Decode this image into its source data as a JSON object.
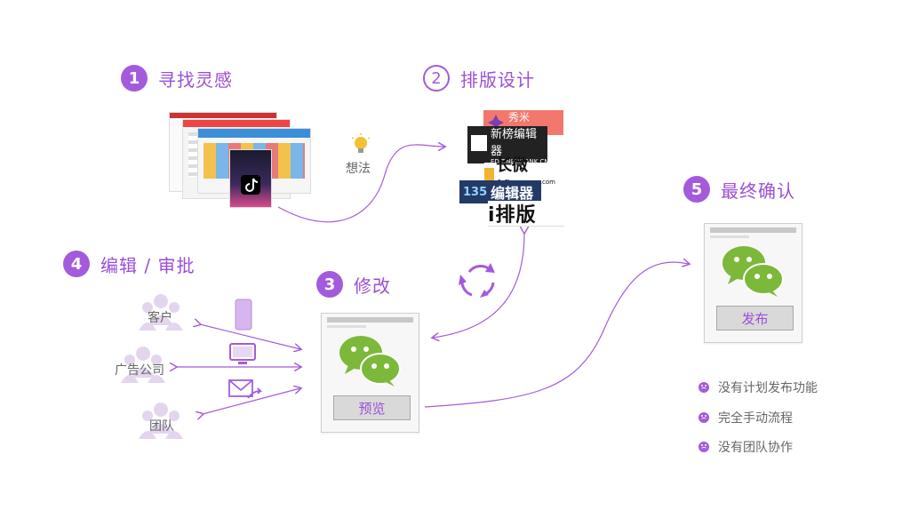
{
  "steps": {
    "s1": {
      "num": "1",
      "label": "寻找灵感"
    },
    "s2": {
      "num": "2",
      "label": "排版设计"
    },
    "s3": {
      "num": "3",
      "label": "修改"
    },
    "s4": {
      "num": "4",
      "label": "编辑 / 审批"
    },
    "s5": {
      "num": "5",
      "label": "最终确认"
    }
  },
  "idea_label": "想法",
  "logos": {
    "xiumi": "秀米 XIUMI",
    "newrank": "新榜编辑器",
    "newrank_url": "EDIT.NEWRANK.CN",
    "changweibo": "长微博",
    "changweibo_sub": ".com",
    "editor135": "编辑器",
    "editor135_mark": "135",
    "ipaiban": "i排版"
  },
  "people": {
    "customer": "客户",
    "agency": "广告公司",
    "team": "团队"
  },
  "buttons": {
    "preview": "预览",
    "publish": "发布"
  },
  "issues": [
    "没有计划发布功能",
    "完全手动流程",
    "没有团队协作"
  ],
  "colors": {
    "accent": "#a35bdc",
    "wechat_green": "#7cb83a",
    "device": "#c9a3e6"
  }
}
